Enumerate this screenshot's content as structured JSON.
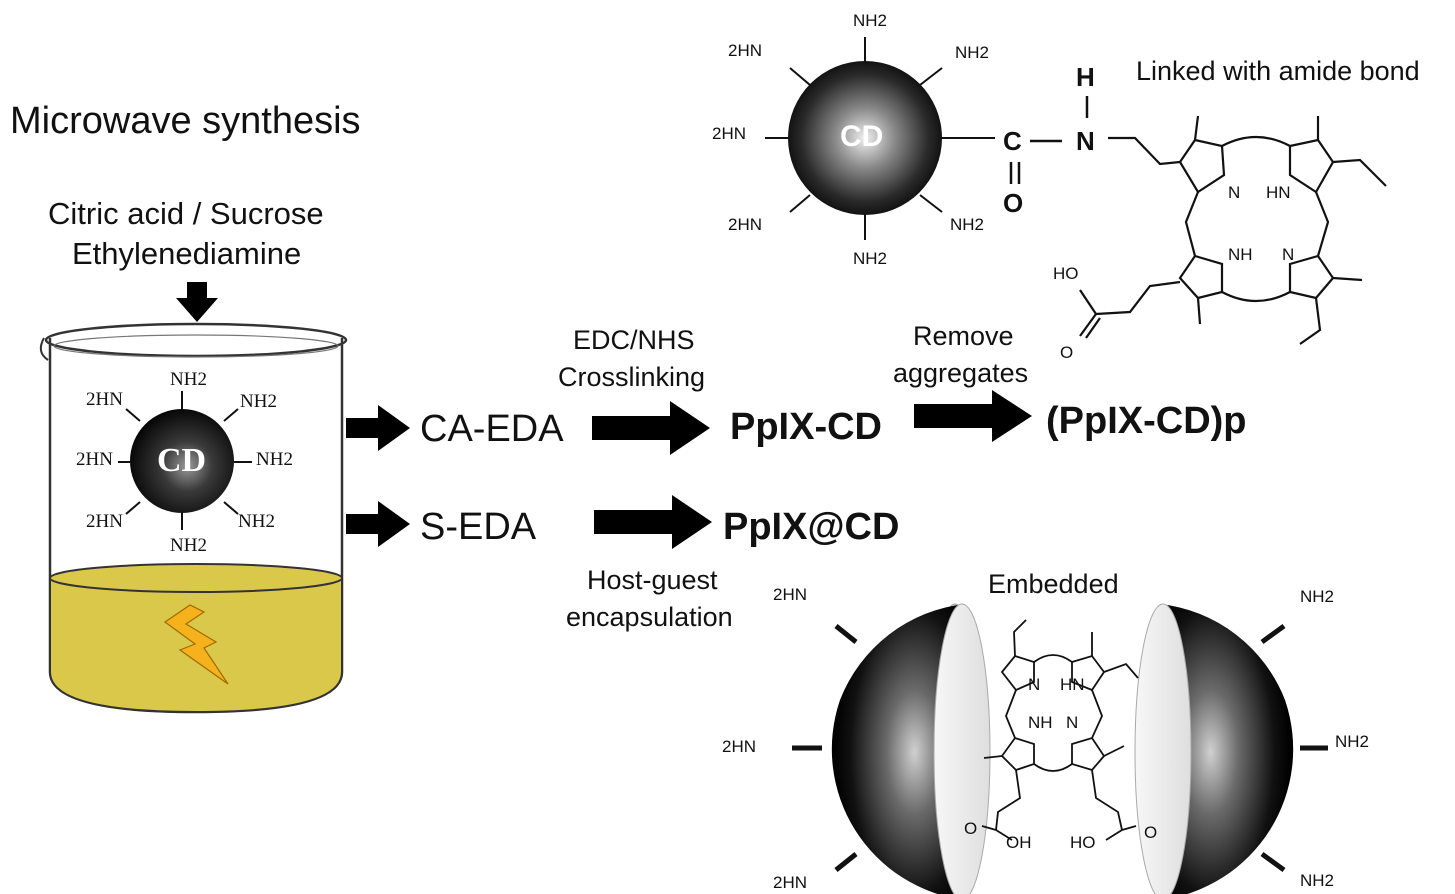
{
  "left": {
    "title": "Microwave synthesis",
    "reagent_line1": "Citric acid / Sucrose",
    "reagent_line2": "Ethylenediamine"
  },
  "beaker_cd": {
    "core": "CD",
    "top": "NH2",
    "upper_left": "2HN",
    "upper_right": "NH2",
    "left": "2HN",
    "right": "NH2",
    "lower_left": "2HN",
    "lower_right": "NH2",
    "bottom": "NH2"
  },
  "routes": {
    "route_a": "CA-EDA",
    "route_b": "S-EDA",
    "step_a_line1": "EDC/NHS",
    "step_a_line2": "Crosslinking",
    "product_a": "PpIX-CD",
    "step_purify_line1": "Remove",
    "step_purify_line2": "aggregates",
    "product_purified": "(PpIX-CD)p",
    "product_b": "PpIX@CD",
    "step_b_line1": "Host-guest",
    "step_b_line2": "encapsulation"
  },
  "top_structure": {
    "caption": "Linked with amide bond",
    "core": "CD",
    "groups": [
      "NH2",
      "2HN",
      "NH2",
      "2HN",
      "2HN",
      "NH2",
      "NH2"
    ],
    "amide_c": "C",
    "amide_o": "O",
    "amide_n": "N",
    "amide_h": "H",
    "ring_n1": "N",
    "ring_hn": "HN",
    "ring_nh": "NH",
    "ring_n2": "N",
    "acid_ho": "HO",
    "acid_o": "O"
  },
  "bottom_structure": {
    "caption": "Embedded",
    "left_groups": [
      "2HN",
      "2HN",
      "2HN"
    ],
    "right_groups": [
      "NH2",
      "NH2",
      "NH2"
    ],
    "ring_n1": "N",
    "ring_hn": "HN",
    "ring_nh": "NH",
    "ring_n2": "N",
    "acid_o_left": "O",
    "acid_oh": "OH",
    "acid_ho": "HO",
    "acid_o_right": "O"
  },
  "colors": {
    "liquid": "#d9c84a",
    "lightning": "#f6b21c",
    "sphere_dark": "#000000",
    "arrow": "#000000"
  }
}
